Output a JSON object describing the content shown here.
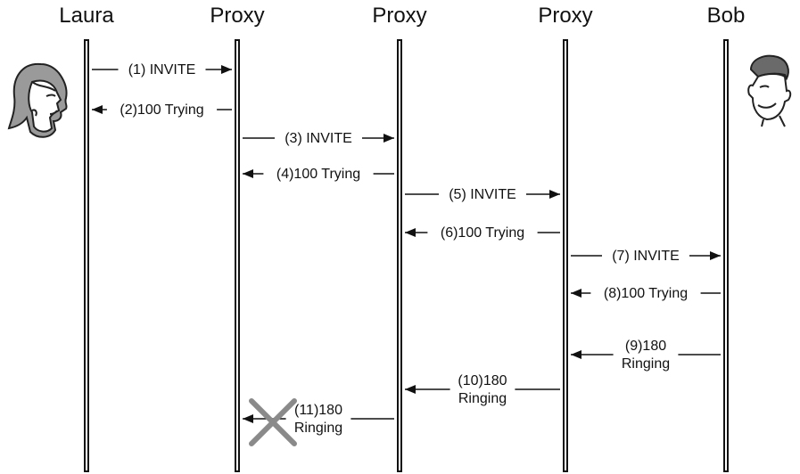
{
  "actors": [
    {
      "name": "Laura"
    },
    {
      "name": "Proxy"
    },
    {
      "name": "Proxy"
    },
    {
      "name": "Proxy"
    },
    {
      "name": "Bob"
    }
  ],
  "messages": [
    {
      "from": 0,
      "to": 1,
      "lines": [
        "(1) INVITE"
      ]
    },
    {
      "from": 1,
      "to": 0,
      "lines": [
        "(2)100 Trying"
      ]
    },
    {
      "from": 1,
      "to": 2,
      "lines": [
        "(3) INVITE"
      ]
    },
    {
      "from": 2,
      "to": 1,
      "lines": [
        "(4)100 Trying"
      ]
    },
    {
      "from": 2,
      "to": 3,
      "lines": [
        "(5) INVITE"
      ]
    },
    {
      "from": 3,
      "to": 2,
      "lines": [
        "(6)100 Trying"
      ]
    },
    {
      "from": 3,
      "to": 4,
      "lines": [
        "(7) INVITE"
      ]
    },
    {
      "from": 4,
      "to": 3,
      "lines": [
        "(8)100 Trying"
      ]
    },
    {
      "from": 4,
      "to": 3,
      "lines": [
        "(9)180",
        "Ringing"
      ]
    },
    {
      "from": 3,
      "to": 2,
      "lines": [
        "(10)180",
        "Ringing"
      ]
    },
    {
      "from": 2,
      "to": 1,
      "lines": [
        "(11)180",
        "Ringing"
      ],
      "lost": true
    }
  ],
  "icons": {
    "laura": "woman-face-icon",
    "bob": "man-face-icon",
    "lost_marker": "x-mark-icon"
  },
  "colors": {
    "line": "#111111",
    "lost_marker": "#8a8a8a"
  }
}
